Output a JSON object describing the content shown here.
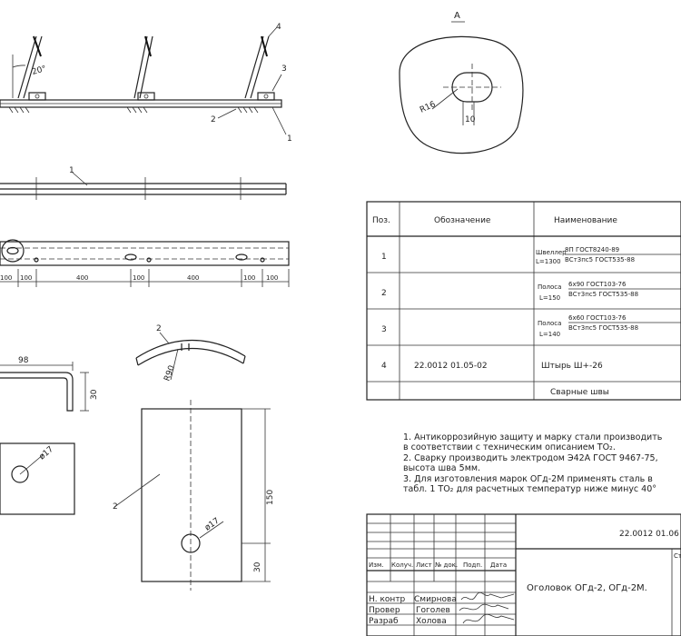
{
  "view_a": {
    "label": "А",
    "radius": "R16",
    "slot": "10"
  },
  "top_view": {
    "angle": "20°",
    "callouts": [
      "4",
      "3",
      "2",
      "1"
    ]
  },
  "beam": {
    "callout": "1",
    "dims": [
      "100",
      "100",
      "400",
      "100",
      "400",
      "100",
      "100"
    ]
  },
  "strip": {
    "length": "98",
    "height": "30",
    "hole": "ø17"
  },
  "bent_strip": {
    "callout": "2",
    "radius": "R90"
  },
  "plate": {
    "callout": "2",
    "hole": "ø17",
    "height": "150",
    "bottom": "30"
  },
  "table": {
    "headers": {
      "pos": "Поз.",
      "designation": "Обозначение",
      "name": "Наименование"
    },
    "rows": [
      {
        "pos": "1",
        "designation": "",
        "name_a": "Швеллер",
        "name_b": "L=1300",
        "num": "8П ГОСТ8240-89",
        "den": "ВСт3пс5 ГОСТ535-88"
      },
      {
        "pos": "2",
        "designation": "",
        "name_a": "Полоса",
        "name_b": "L=150",
        "num": "6х90 ГОСТ103-76",
        "den": "ВСт3пс5 ГОСТ535-88"
      },
      {
        "pos": "3",
        "designation": "",
        "name_a": "Полоса",
        "name_b": "L=140",
        "num": "6х60 ГОСТ103-76",
        "den": "ВСт3пс5 ГОСТ535-88"
      },
      {
        "pos": "4",
        "designation": "22.0012  01.05-02",
        "name_a": "Штырь Ш+-26",
        "name_b": "",
        "num": "",
        "den": ""
      }
    ],
    "footer": "Сварные швы"
  },
  "notes": [
    "1. Антикоррозийную защиту и марку стали производить",
    "в соответствии с техническим описанием ТО₂.",
    "2. Сварку производить электродом Э42А ГОСТ 9467-75,",
    "высота шва 5мм.",
    "3. Для изготовления марок ОГд-2М применять сталь в",
    "табл. 1 ТО₂ для расчетных температур ниже минус 40°"
  ],
  "title_block": {
    "doc_code": "22.0012  01.06",
    "title": "Оголовок ОГд-2, ОГд-2М.",
    "stage_head": "Ст",
    "col_heads": [
      "Изм.",
      "Колуч.",
      "Лист",
      "№ док.",
      "Подп.",
      "Дата"
    ],
    "roles": [
      {
        "role": "Н. контр",
        "name": "Смирнова"
      },
      {
        "role": "Провер",
        "name": "Гоголев"
      },
      {
        "role": "Разраб",
        "name": "Холова"
      }
    ]
  }
}
